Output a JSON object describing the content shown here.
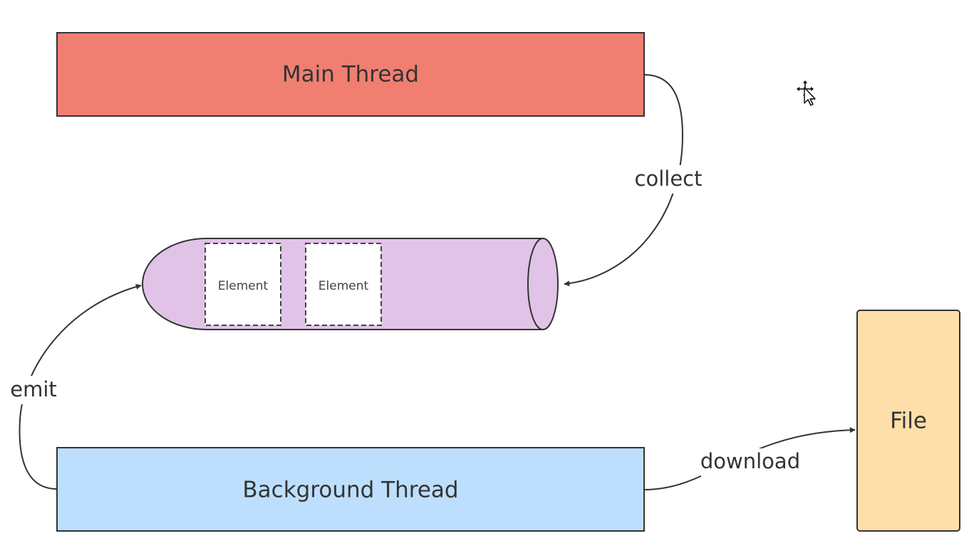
{
  "diagram": {
    "nodes": {
      "main_thread": {
        "label": "Main Thread",
        "fill": "#f07f72",
        "stroke": "#333333"
      },
      "background_thread": {
        "label": "Background Thread",
        "fill": "#bddffd",
        "stroke": "#333333"
      },
      "file": {
        "label": "File",
        "fill": "#fedfaa",
        "stroke": "#333333"
      },
      "queue": {
        "fill": "#e2c3e8",
        "stroke": "#333333",
        "elements": [
          {
            "label": "Element"
          },
          {
            "label": "Element"
          }
        ]
      }
    },
    "edges": {
      "collect": {
        "label": "collect"
      },
      "emit": {
        "label": "emit"
      },
      "download": {
        "label": "download"
      }
    }
  },
  "cursor": {
    "icon": "move-cursor-icon"
  }
}
